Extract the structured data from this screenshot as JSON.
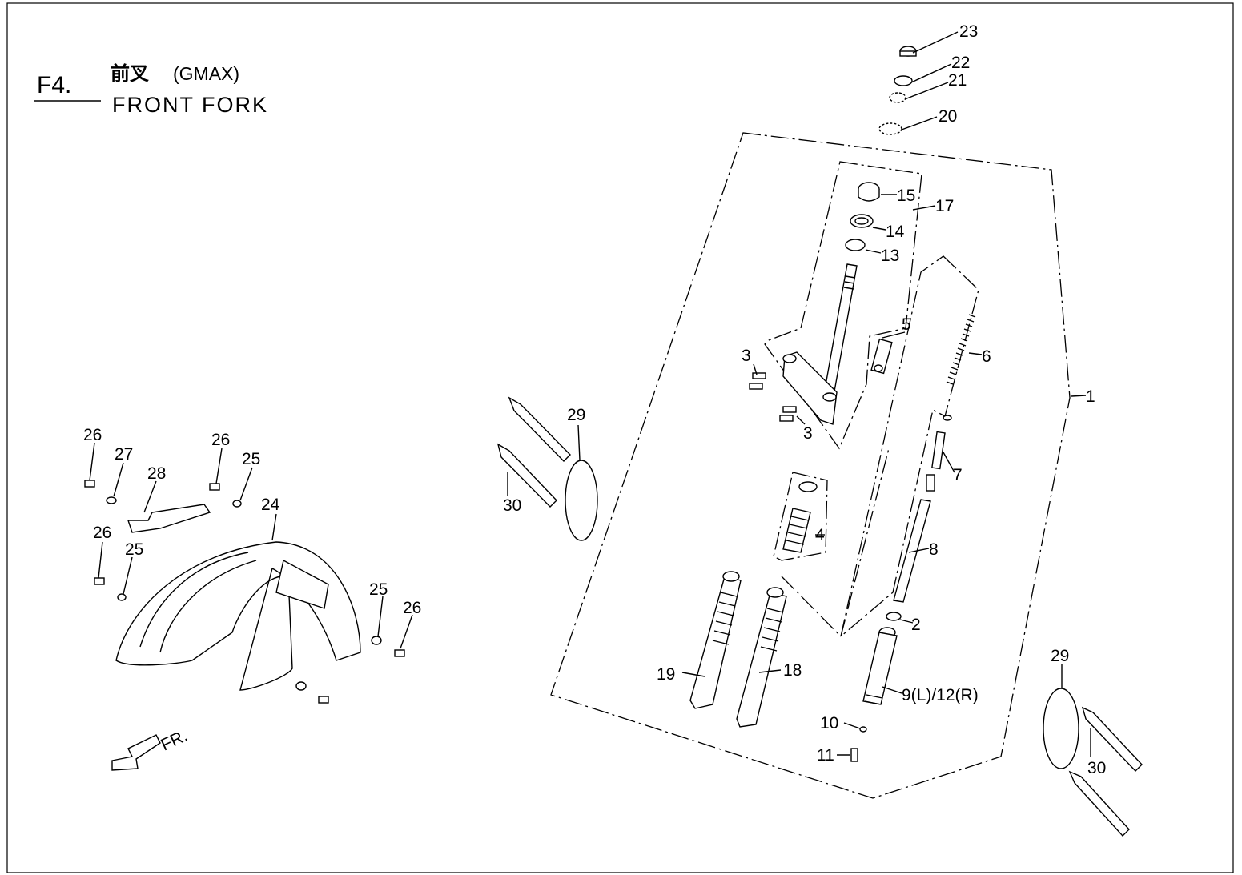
{
  "title": {
    "code": "F4.",
    "name_cn": "前叉",
    "model": "(GMAX)",
    "name_en": "FRONT FORK"
  },
  "direction_label": "FR.",
  "callouts": {
    "p1": "1",
    "p2": "2",
    "p3a": "3",
    "p3b": "3",
    "p4": "4",
    "p5": "5",
    "p6": "6",
    "p7": "7",
    "p8": "8",
    "p9_12": "9(L)/12(R)",
    "p10": "10",
    "p11": "11",
    "p13": "13",
    "p14": "14",
    "p15": "15",
    "p17": "17",
    "p18": "18",
    "p19": "19",
    "p20": "20",
    "p21": "21",
    "p22": "22",
    "p23": "23",
    "p24": "24",
    "p25a": "25",
    "p25b": "25",
    "p25c": "25",
    "p26a": "26",
    "p26b": "26",
    "p26c": "26",
    "p26d": "26",
    "p27": "27",
    "p28": "28",
    "p29a": "29",
    "p29b": "29",
    "p30a": "30",
    "p30b": "30"
  }
}
